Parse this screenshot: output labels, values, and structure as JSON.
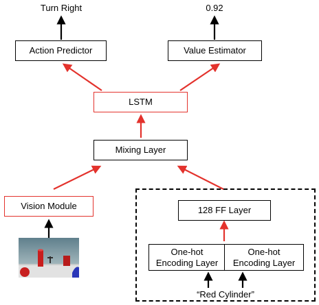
{
  "outputs": {
    "action": "Turn Right",
    "value": "0.92"
  },
  "nodes": {
    "action_predictor": "Action Predictor",
    "value_estimator": "Value Estimator",
    "lstm": "LSTM",
    "mixing_layer": "Mixing Layer",
    "vision_module": "Vision Module",
    "ff_layer": "128 FF Layer",
    "onehot_left": "One-hot\nEncoding Layer",
    "onehot_right": "One-hot\nEncoding Layer"
  },
  "instruction": "“Red Cylinder”",
  "colors": {
    "highlight": "#e3322c",
    "outline": "#000000"
  }
}
